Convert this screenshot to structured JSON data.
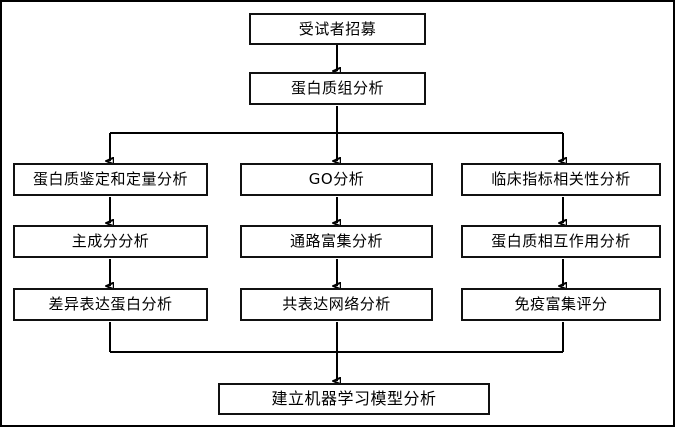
{
  "diagram": {
    "title": "Proteomics analysis workflow flowchart",
    "language": "zh-CN",
    "type": "flowchart",
    "stroke_color": "#000000",
    "box_fill": "#ffffff",
    "has_outer_frame": true,
    "nodes": {
      "start": "受试者招募",
      "proteomics": "蛋白质组分析",
      "col1_row1": "蛋白质鉴定和定量分析",
      "col1_row2": "主成分分析",
      "col1_row3": "差异表达蛋白分析",
      "col2_row1": "GO分析",
      "col2_row2": "通路富集分析",
      "col2_row3": "共表达网络分析",
      "col3_row1": "临床指标相关性分析",
      "col3_row2": "蛋白质相互作用分析",
      "col3_row3": "免疫富集评分",
      "end": "建立机器学习模型分析"
    }
  }
}
